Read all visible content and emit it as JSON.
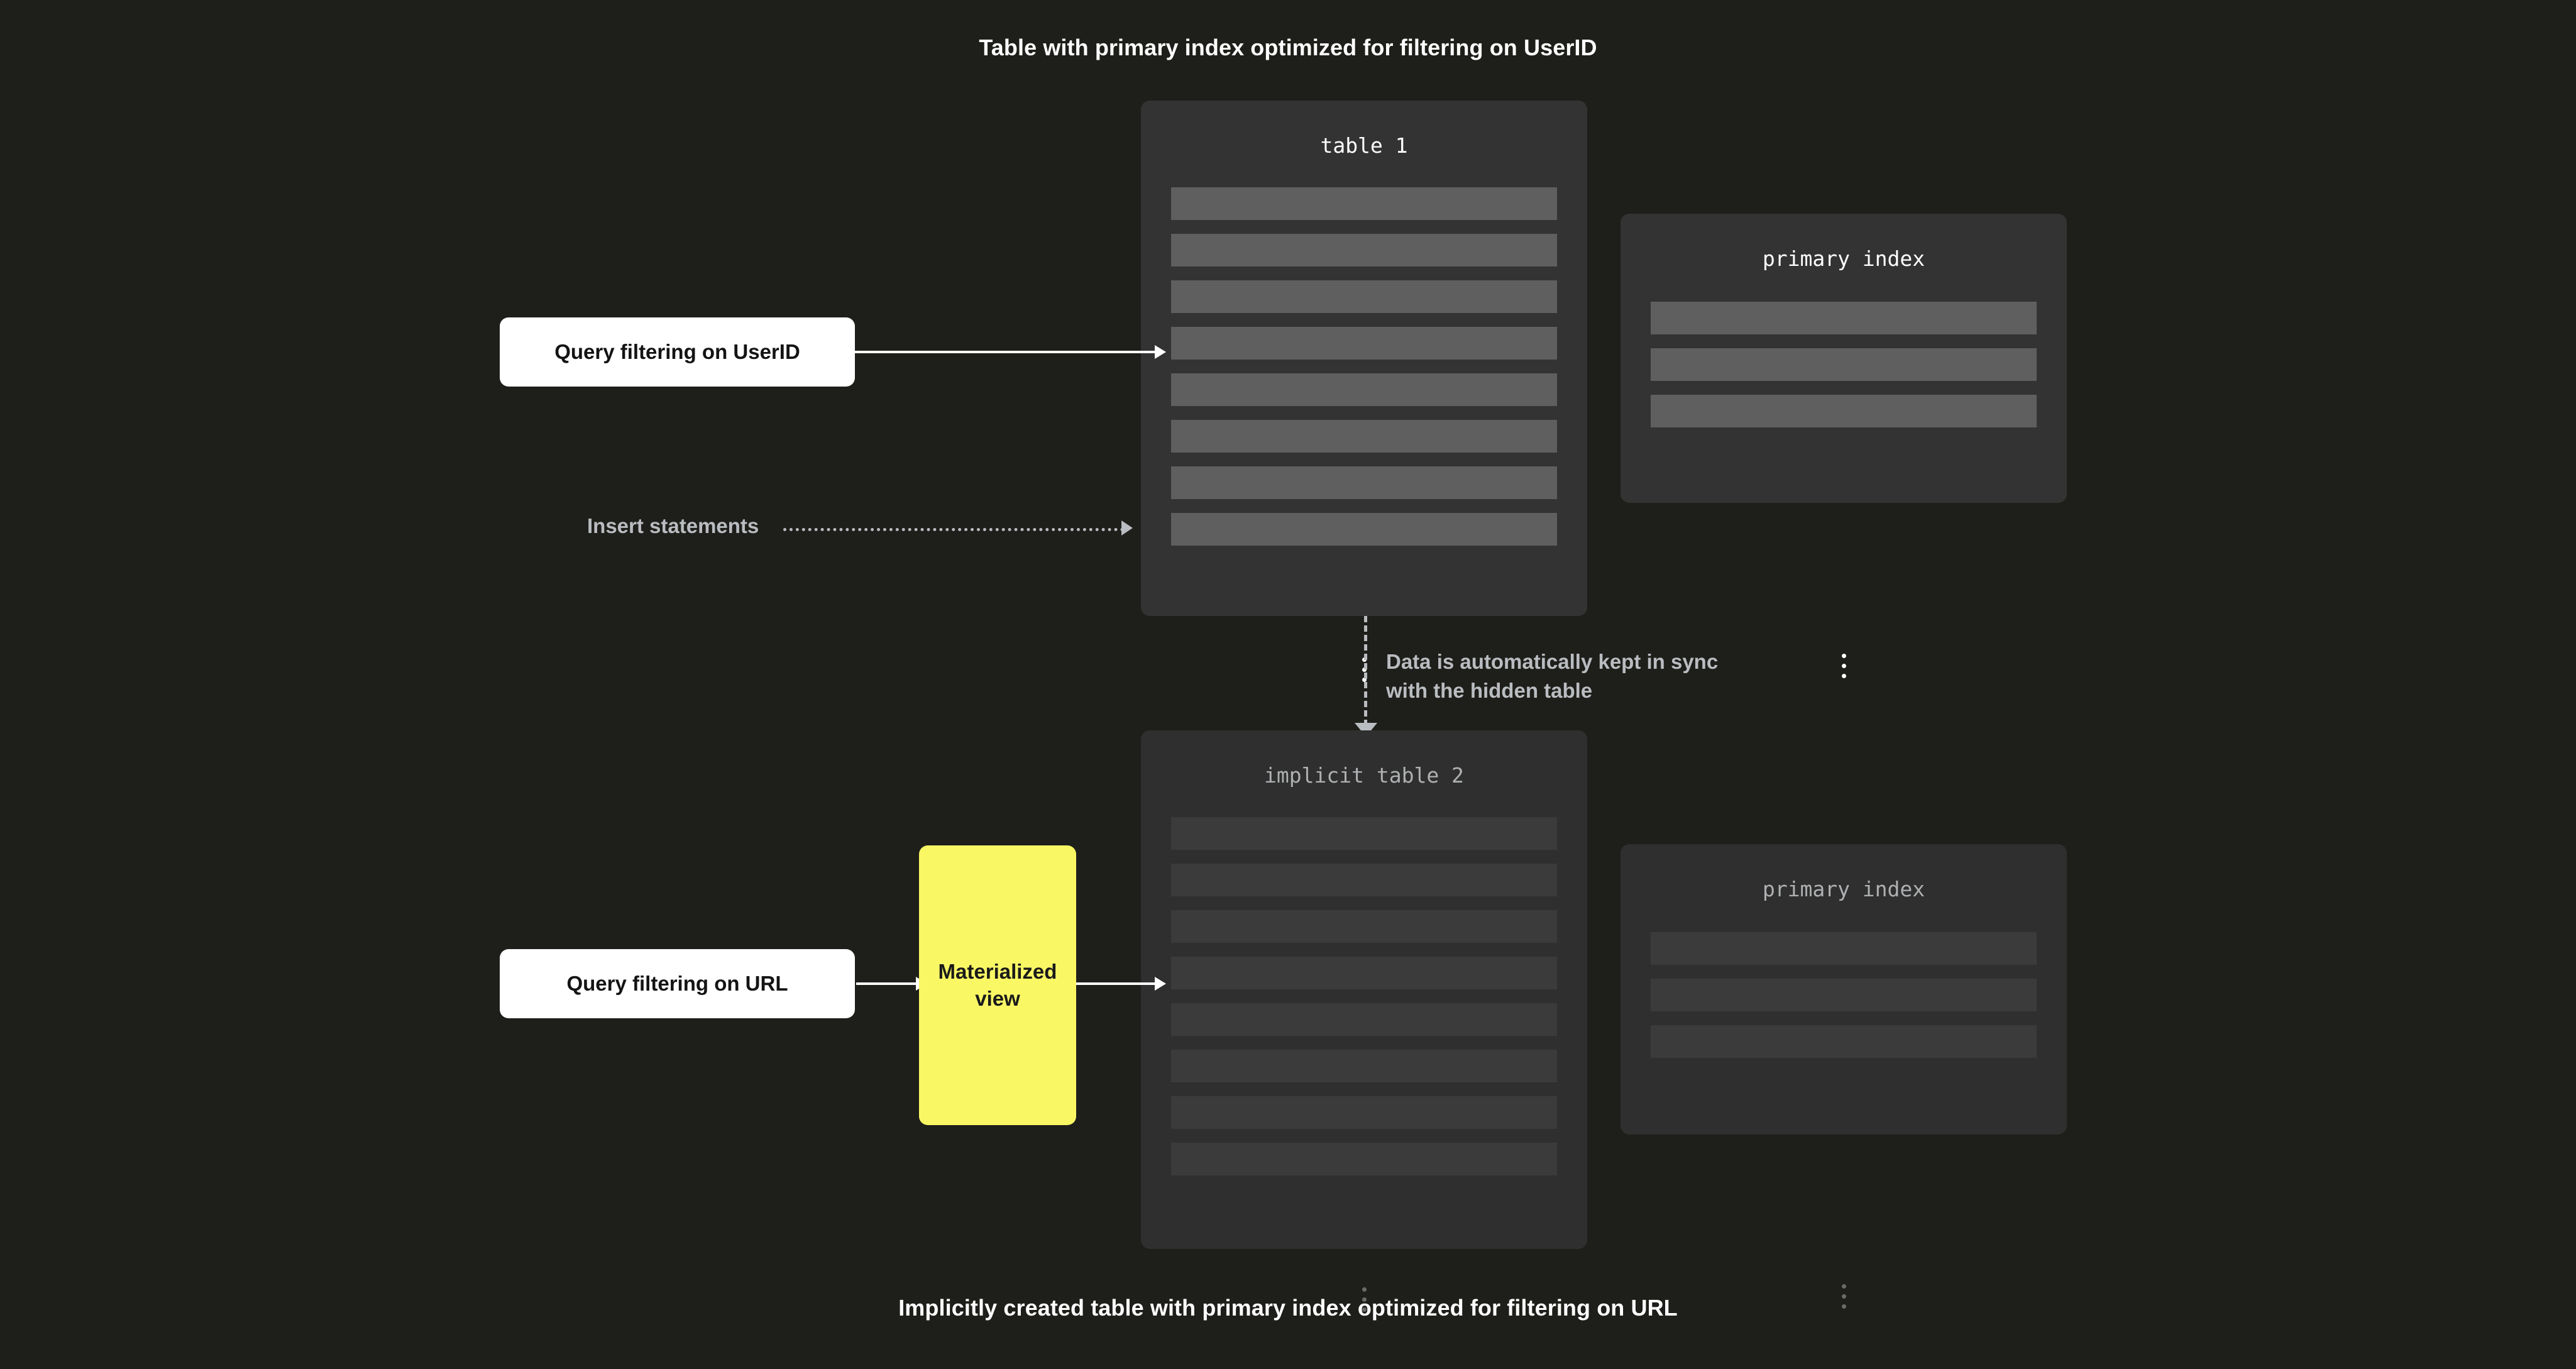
{
  "diagram": {
    "title_top": "Table with primary index optimized for filtering on UserID",
    "title_bottom": "Implicitly created table with primary index optimized for filtering on URL",
    "background_color": "#1E1E1A",
    "card_color": "#333333",
    "row_color": "#5F5F5F",
    "accent_yellow": "#FAF765",
    "muted_text_color": "#B9BCC0"
  },
  "top_section": {
    "table": {
      "title": "table 1",
      "row_count": 8,
      "ellipsis": "vertical-ellipsis"
    },
    "index": {
      "title": "primary index",
      "row_count": 3,
      "ellipsis": "vertical-ellipsis"
    },
    "query_pill": {
      "label": "Query filtering on UserID"
    },
    "insert_flow": {
      "label": "Insert statements",
      "style": "dotted-arrow"
    }
  },
  "sync_flow": {
    "note": "Data is automatically kept in sync\nwith the hidden table",
    "style": "dashed-arrow-down"
  },
  "bottom_section": {
    "table": {
      "title": "implicit table 2",
      "row_count": 8,
      "ellipsis": "vertical-ellipsis"
    },
    "index": {
      "title": "primary index",
      "row_count": 3,
      "ellipsis": "vertical-ellipsis"
    },
    "query_pill": {
      "label": "Query filtering on URL"
    },
    "materialized_view": {
      "label": "Materialized\nview"
    }
  }
}
